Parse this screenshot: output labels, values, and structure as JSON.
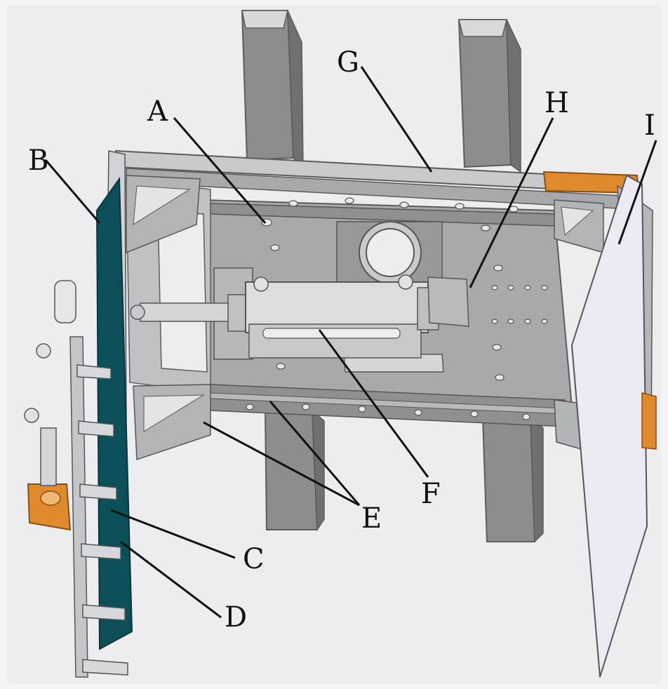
{
  "figure": {
    "labels": {
      "A": "A",
      "B": "B",
      "C": "C",
      "D": "D",
      "E": "E",
      "F": "F",
      "G": "G",
      "H": "H",
      "I": "I"
    },
    "colors": {
      "background": "#ededf0",
      "steel": "#a8a9ad",
      "steel_light": "#c9cacd",
      "steel_dark": "#6b6b70",
      "column": "#8c8d90",
      "green_panel": "#0d4f58",
      "white_panel": "#ece9f3",
      "orange_part": "#e08a2e"
    }
  }
}
